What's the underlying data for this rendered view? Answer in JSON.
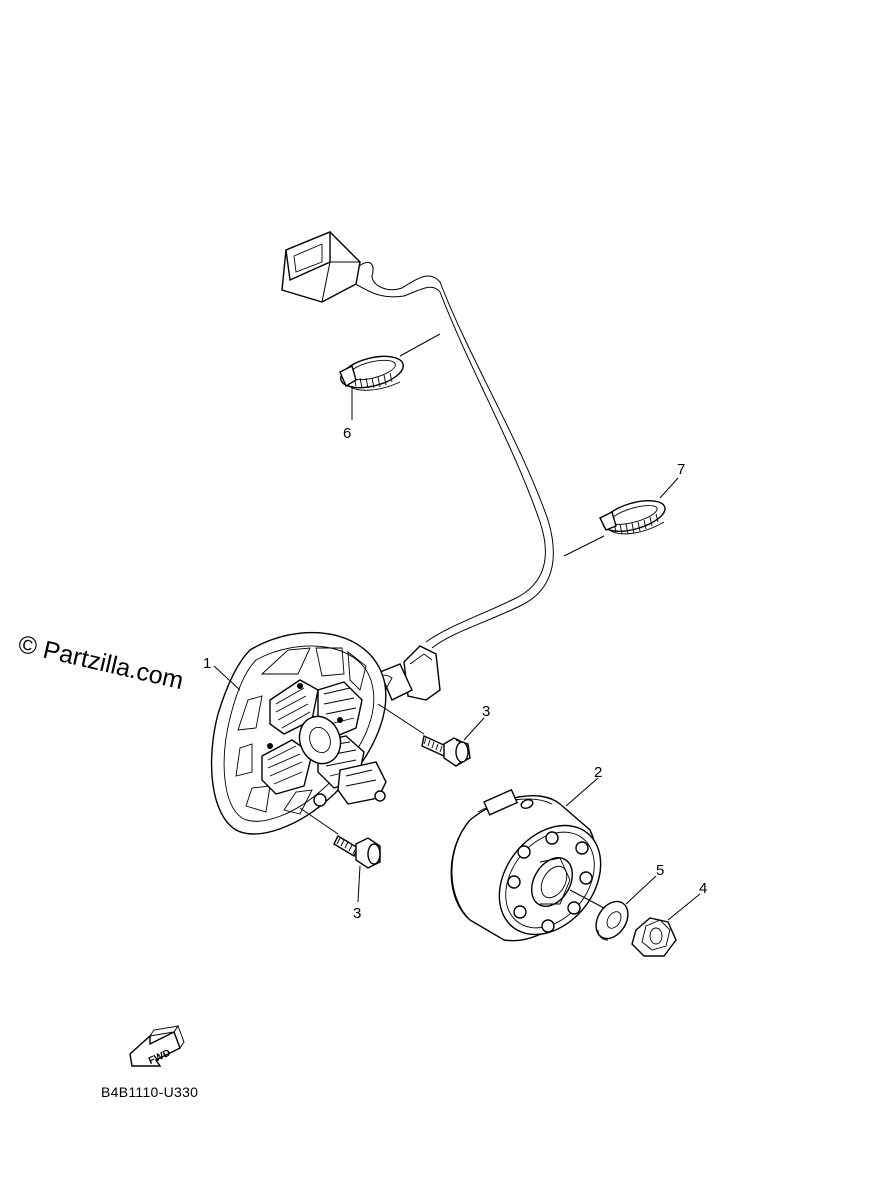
{
  "watermark": "© Partzilla.com",
  "diagram_code": "B4B1110-U330",
  "fwd_label": "FWD",
  "callouts": {
    "c1": "1",
    "c2": "2",
    "c3a": "3",
    "c3b": "3",
    "c4": "4",
    "c5": "5",
    "c6": "6",
    "c7": "7"
  }
}
